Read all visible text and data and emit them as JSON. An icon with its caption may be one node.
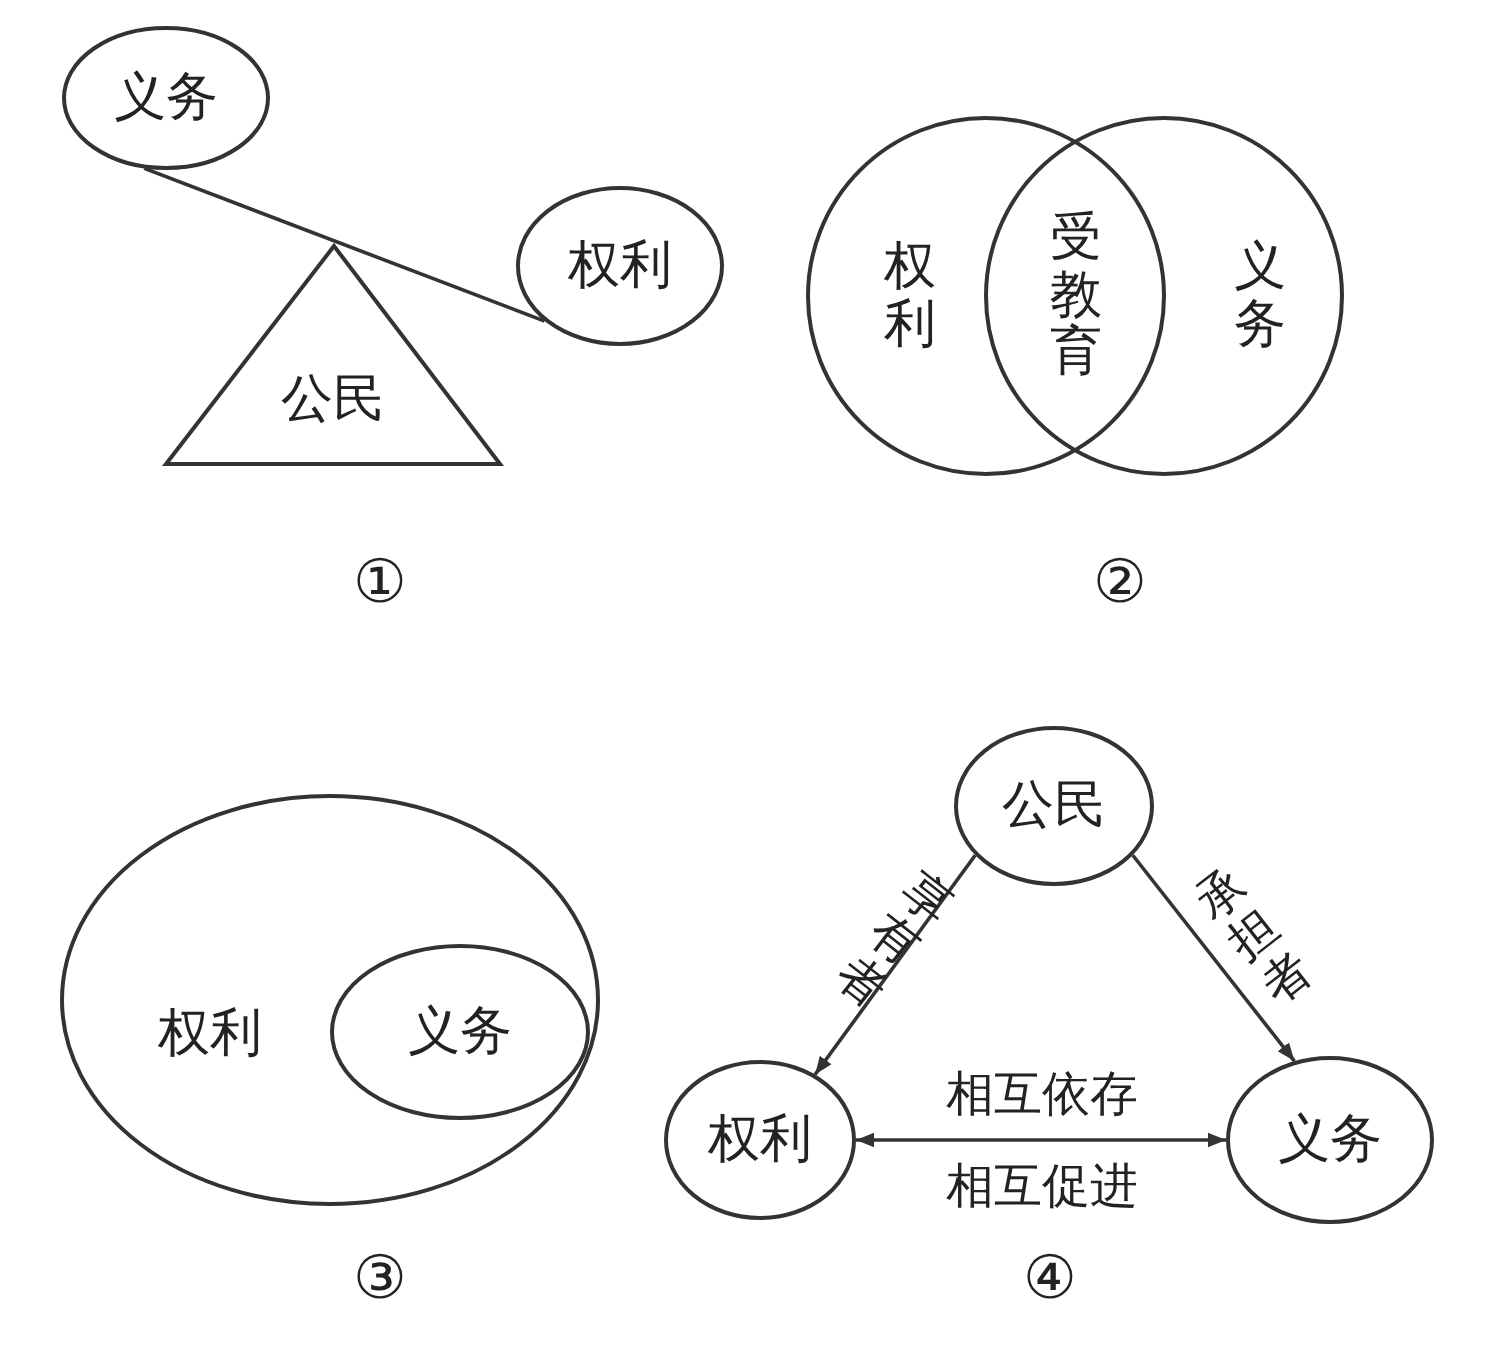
{
  "diagram": {
    "nodes": [
      {
        "text": [
          "义务"
        ]
      },
      {
        "text": [
          "权利"
        ]
      },
      {
        "text": [
          "公民"
        ]
      },
      {
        "text": [
          "权利"
        ]
      },
      {
        "text": [
          "义务"
        ]
      },
      {
        "text": [
          "权利"
        ]
      },
      {
        "text": [
          "义务"
        ],
        "in": 5
      },
      {
        "text": [
          "公民"
        ]
      },
      {
        "text": [
          "权利"
        ]
      },
      {
        "text": [
          "义务"
        ]
      }
    ],
    "edges": [
      {
        "from": 0,
        "to": 1,
        "arrow": "none"
      },
      {
        "from": 7,
        "to": 8,
        "arrow": "to",
        "label": "享有者"
      },
      {
        "from": 7,
        "to": 9,
        "arrow": "to",
        "label": "承担者"
      },
      {
        "from": 8,
        "to": 9,
        "arrow": "both",
        "label": "相互依存"
      }
    ],
    "labels": [
      "①",
      "受教育",
      "②",
      "③",
      "相互促进",
      "④"
    ]
  }
}
